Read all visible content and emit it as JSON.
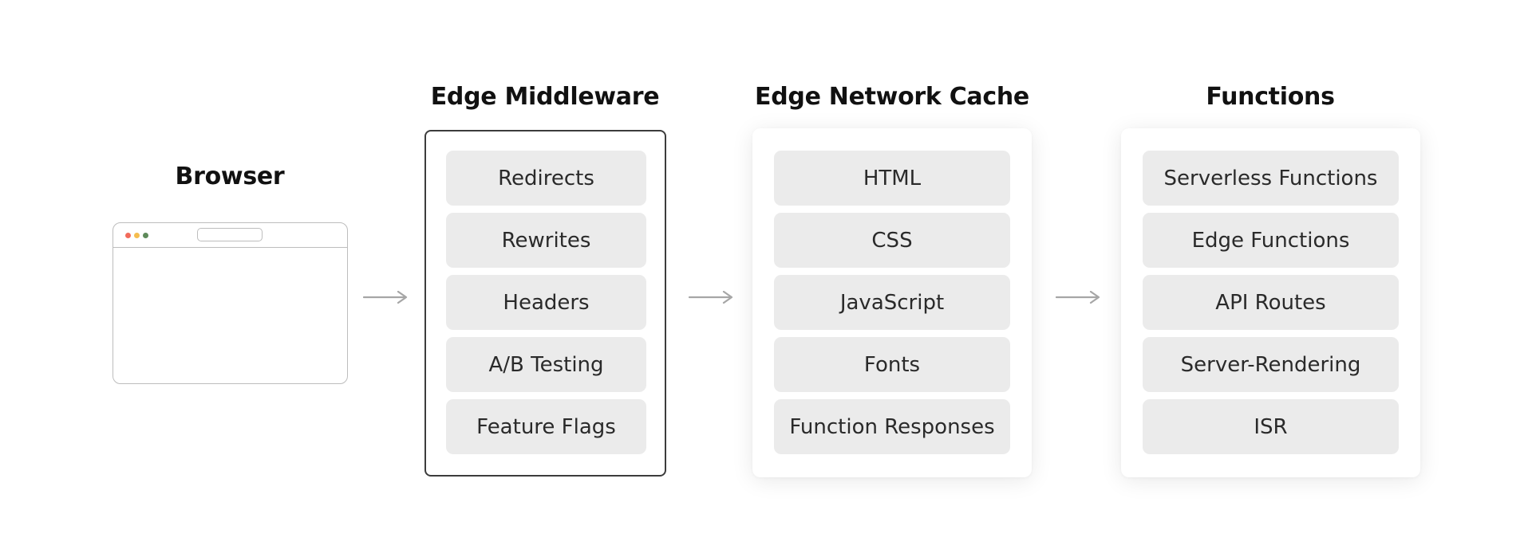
{
  "browser": {
    "title": "Browser",
    "dots": [
      {
        "name": "close",
        "color": "#f26b5b"
      },
      {
        "name": "minimize",
        "color": "#f5bd4f"
      },
      {
        "name": "maximize",
        "color": "#5e8a5a"
      }
    ]
  },
  "stages": [
    {
      "title": "Edge Middleware",
      "items": [
        "Redirects",
        "Rewrites",
        "Headers",
        "A/B Testing",
        "Feature Flags"
      ]
    },
    {
      "title": "Edge Network Cache",
      "items": [
        "HTML",
        "CSS",
        "JavaScript",
        "Fonts",
        "Function Responses"
      ]
    },
    {
      "title": "Functions",
      "items": [
        "Serverless Functions",
        "Edge Functions",
        "API Routes",
        "Server-Rendering",
        "ISR"
      ]
    }
  ],
  "colors": {
    "arrow": "#a6a6a6",
    "item_bg": "#ebebeb",
    "panel_border": "#3c3c3c"
  }
}
